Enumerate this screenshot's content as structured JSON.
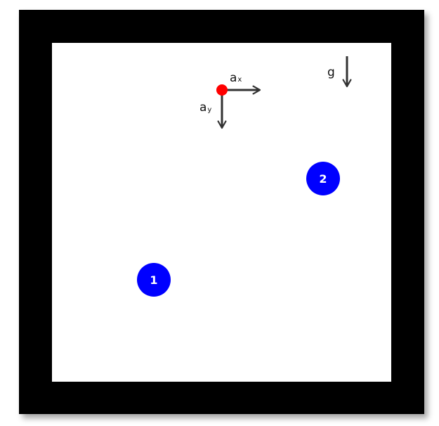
{
  "colors": {
    "frame": "#000000",
    "field": "#ffffff",
    "arrow": "#333333",
    "particle": "#ff0000",
    "body": "#0000ff",
    "body_label": "#ffffff"
  },
  "labels": {
    "ax_main": "a",
    "ax_sub": "x",
    "ay_main": "a",
    "ay_sub": "y",
    "gravity": "g"
  },
  "bodies": [
    {
      "label": "1"
    },
    {
      "label": "2"
    }
  ]
}
